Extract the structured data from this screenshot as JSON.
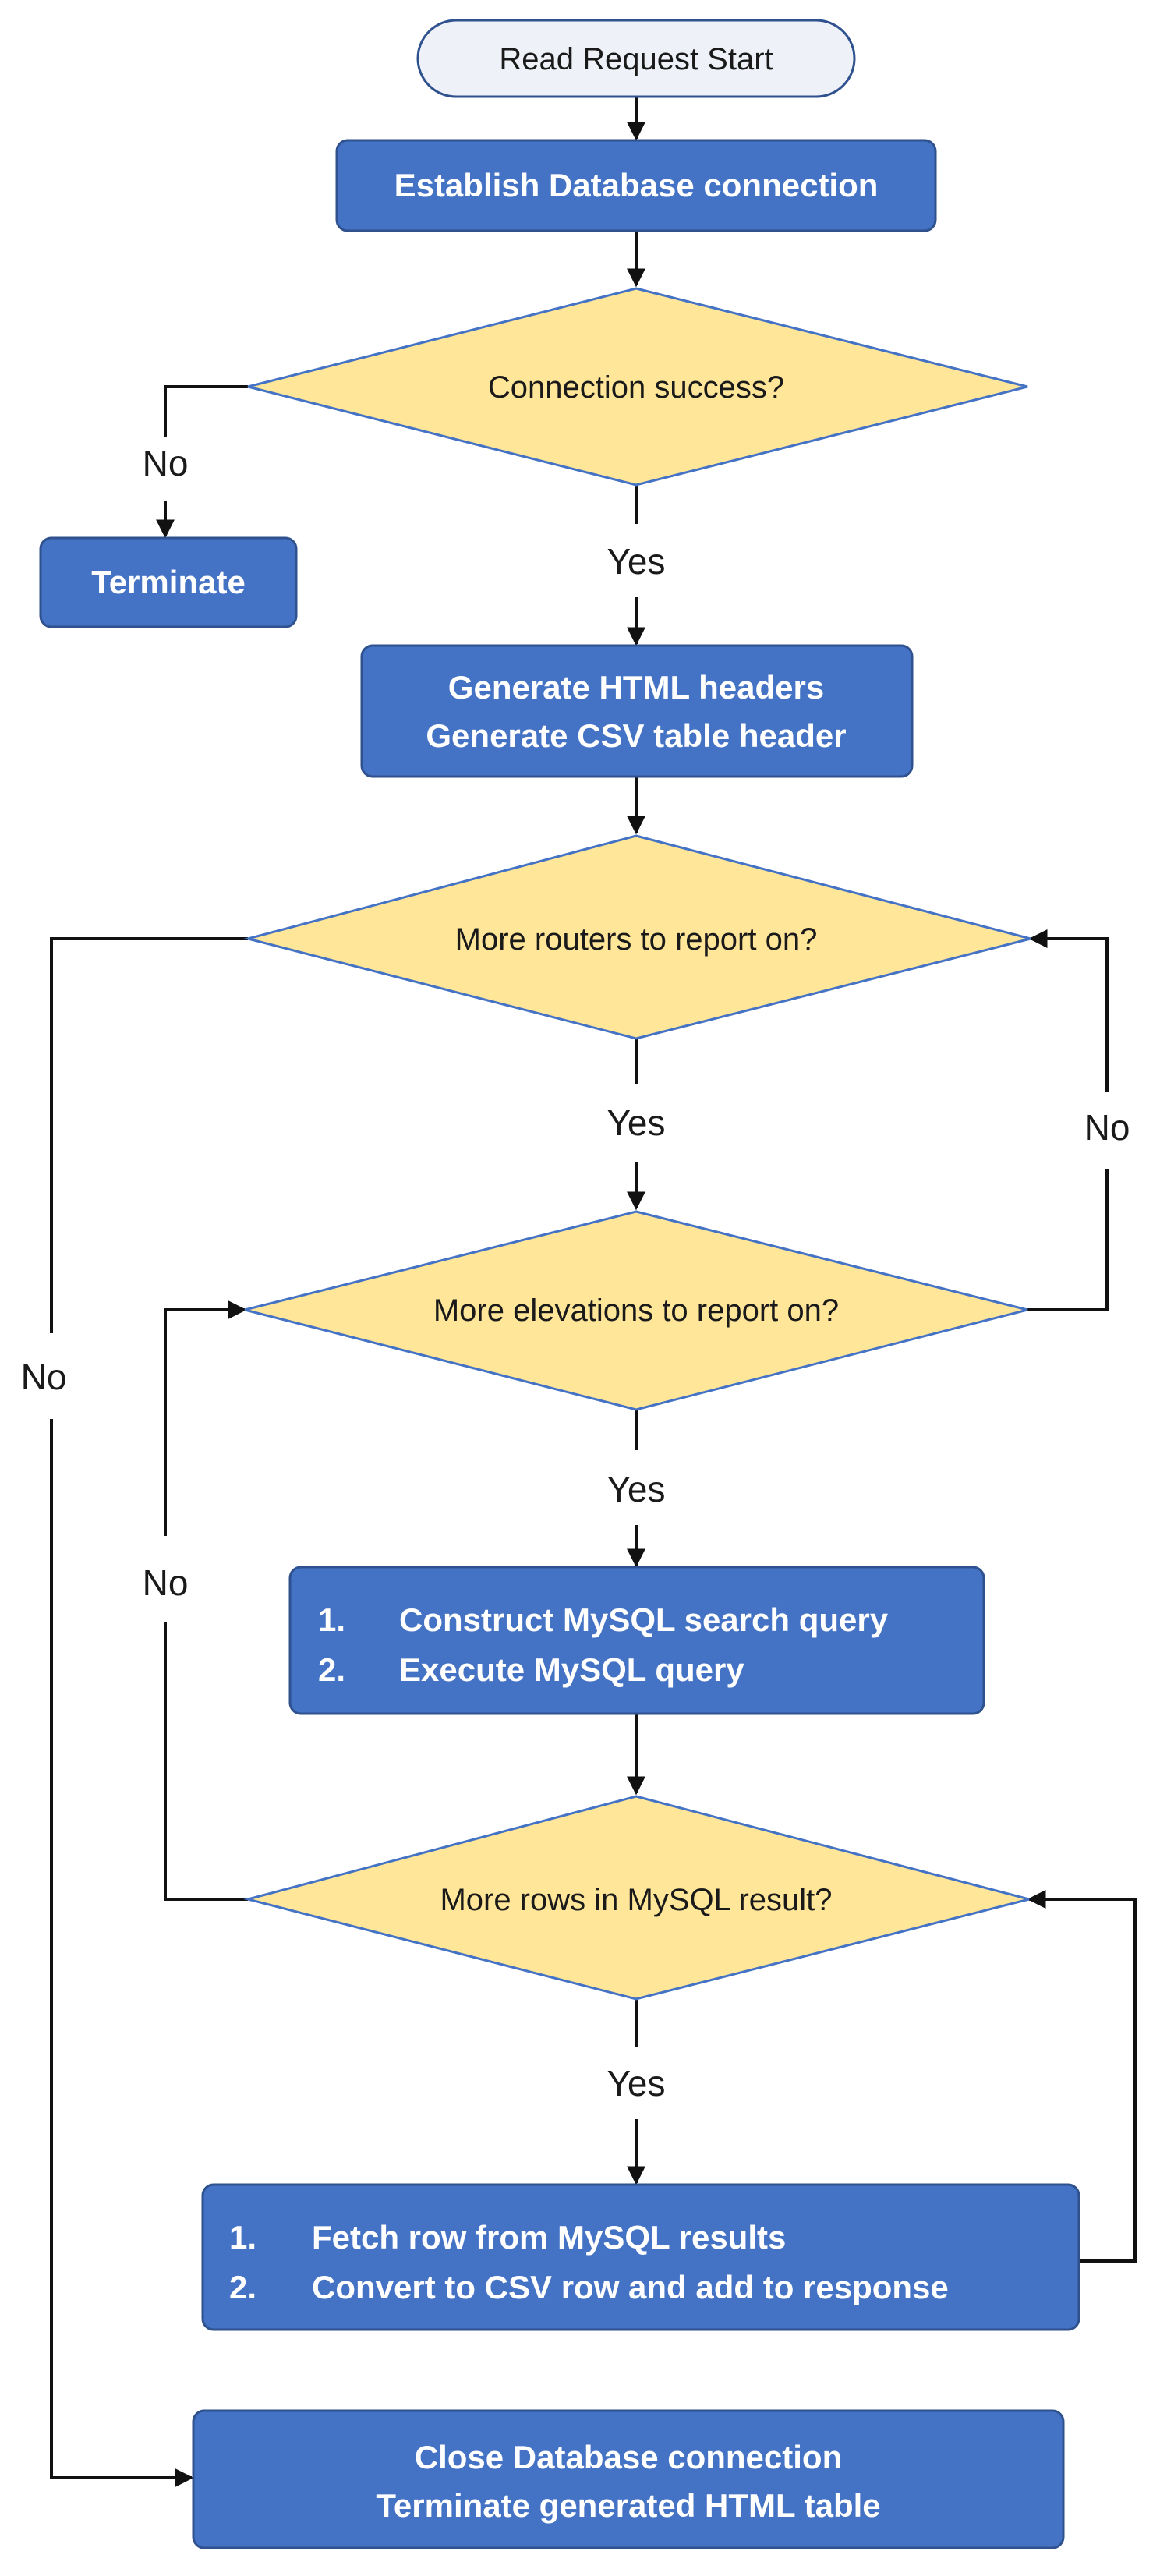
{
  "colors": {
    "process_fill": "#4472C4",
    "process_stroke": "#2F528F",
    "decision_fill": "#FFE699",
    "decision_stroke": "#4472C4",
    "start_fill": "#EEF2F8",
    "start_stroke": "#2F528F",
    "edge": "#111111"
  },
  "nodes": {
    "start": {
      "text": "Read Request Start"
    },
    "establish_connection": {
      "text": "Establish Database connection"
    },
    "connection_success": {
      "text": "Connection success?"
    },
    "terminate": {
      "text": "Terminate"
    },
    "generate_headers": {
      "line1": "Generate HTML headers",
      "line2": "Generate CSV table header"
    },
    "more_routers": {
      "text": "More routers to report on?"
    },
    "more_elevations": {
      "text": "More elevations to report on?"
    },
    "construct_query": {
      "item1_num": "1.",
      "item1_text": "Construct MySQL search query",
      "item2_num": "2.",
      "item2_text": "Execute MySQL query"
    },
    "more_rows": {
      "text": "More rows in MySQL result?"
    },
    "fetch_row": {
      "item1_num": "1.",
      "item1_text": "Fetch row from MySQL results",
      "item2_num": "2.",
      "item2_text": "Convert to CSV row and add to response"
    },
    "close_connection": {
      "line1": "Close Database connection",
      "line2": "Terminate generated HTML table"
    }
  },
  "edge_labels": {
    "connection_no": "No",
    "connection_yes": "Yes",
    "routers_yes": "Yes",
    "routers_no": "No",
    "elevations_yes": "Yes",
    "elevations_no": "No",
    "rows_yes": "Yes",
    "rows_no": "No"
  }
}
